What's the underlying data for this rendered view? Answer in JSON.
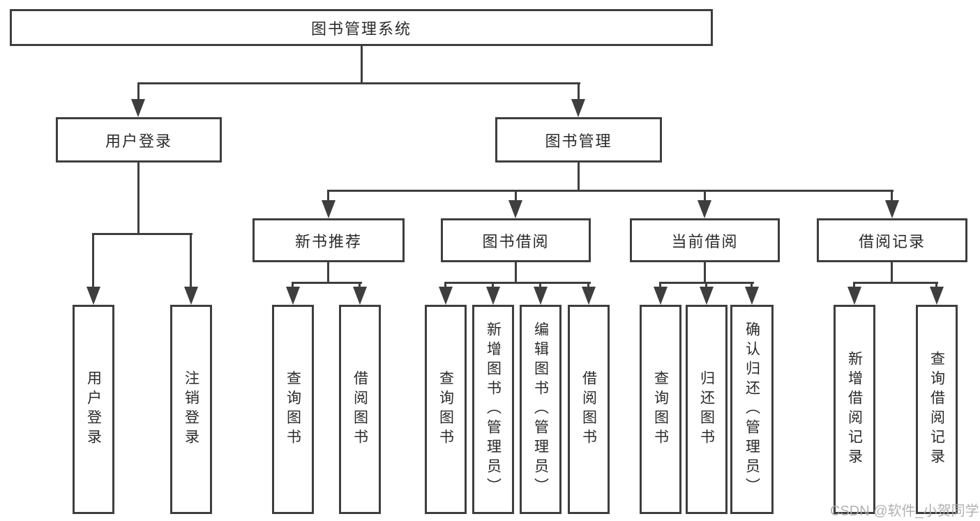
{
  "diagram": {
    "root": {
      "label": "图书管理系统"
    },
    "level2": [
      {
        "id": "user-login",
        "label": "用户登录"
      },
      {
        "id": "book-management",
        "label": "图书管理"
      }
    ],
    "level3": [
      {
        "id": "new-book-recommend",
        "parent": "book-management",
        "label": "新书推荐"
      },
      {
        "id": "book-borrow",
        "parent": "book-management",
        "label": "图书借阅"
      },
      {
        "id": "current-borrow",
        "parent": "book-management",
        "label": "当前借阅"
      },
      {
        "id": "borrow-record",
        "parent": "book-management",
        "label": "借阅记录"
      }
    ],
    "leaves": [
      {
        "parent": "user-login",
        "label": "用户登录"
      },
      {
        "parent": "user-login",
        "label": "注销登录"
      },
      {
        "parent": "new-book-recommend",
        "label": "查询图书"
      },
      {
        "parent": "new-book-recommend",
        "label": "借阅图书"
      },
      {
        "parent": "book-borrow",
        "label": "查询图书"
      },
      {
        "parent": "book-borrow",
        "label": "新增图书（管理员）"
      },
      {
        "parent": "book-borrow",
        "label": "编辑图书（管理员）"
      },
      {
        "parent": "book-borrow",
        "label": "借阅图书"
      },
      {
        "parent": "current-borrow",
        "label": "查询图书"
      },
      {
        "parent": "current-borrow",
        "label": "归还图书"
      },
      {
        "parent": "current-borrow",
        "label": "确认归还（管理员）"
      },
      {
        "parent": "borrow-record",
        "label": "新增借阅记录"
      },
      {
        "parent": "borrow-record",
        "label": "查询借阅记录"
      }
    ],
    "watermark": "CSDN @软件_小贺同学",
    "colors": {
      "line": "#3e3e3e",
      "text": "#2a2a2a",
      "background": "#ffffff",
      "watermark": "#a9a9a9"
    }
  }
}
